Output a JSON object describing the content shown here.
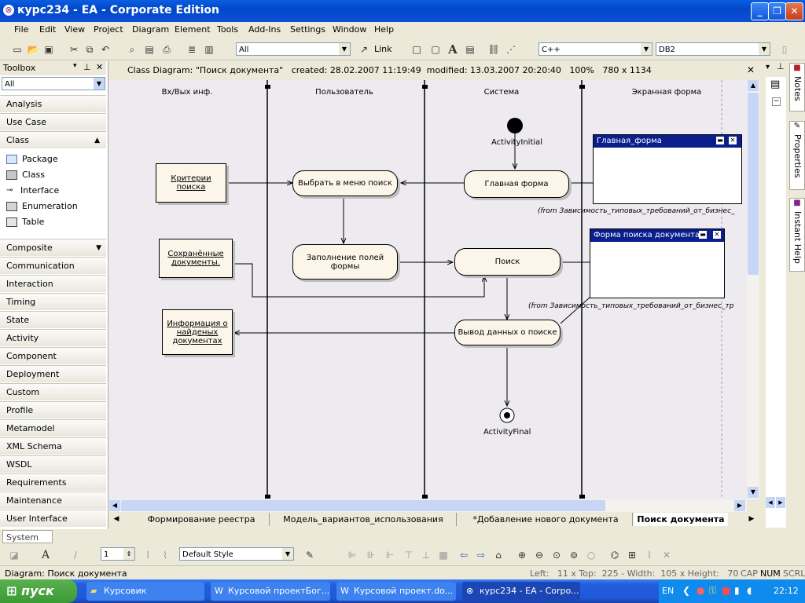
{
  "window": {
    "title": "курс234 - EA - Corporate Edition",
    "minimize": "_",
    "restore": "❐",
    "close": "✕"
  },
  "menu": [
    "File",
    "Edit",
    "View",
    "Project",
    "Diagram",
    "Element",
    "Tools",
    "Add-Ins",
    "Settings",
    "Window",
    "Help"
  ],
  "toolbar": {
    "filter_value": "All",
    "link_label": "Link",
    "language_value": "C++",
    "db_value": "DB2"
  },
  "toolbox": {
    "title": "Toolbox",
    "filter_value": "All",
    "groups_top": [
      "Analysis",
      "Use Case",
      "Class"
    ],
    "class_items": [
      "Package",
      "Class",
      "Interface",
      "Enumeration",
      "Table"
    ],
    "groups_bottom": [
      "Composite",
      "Communication",
      "Interaction",
      "Timing",
      "State",
      "Activity",
      "Component",
      "Deployment",
      "Custom",
      "Profile",
      "Metamodel",
      "XML Schema",
      "WSDL",
      "Requirements",
      "Maintenance",
      "User Interface"
    ],
    "system_label": "System"
  },
  "diagram": {
    "header": "Class Diagram: \"Поиск документа\"   created: 28.02.2007 11:19:49  modified: 13.03.2007 20:20:40   100%   780 x 1134",
    "lanes": [
      "Вх/Вых инф.",
      "Пользователь",
      "Система",
      "Экранная форма"
    ],
    "initial_label": "ActivityInitial",
    "final_label": "ActivityFinal",
    "actions": {
      "choose_search": "Выбрать в меню поиск",
      "main_form": "Главная форма",
      "fill_fields_1": "Заполнение полей",
      "fill_fields_2": "формы",
      "search": "Поиск",
      "output": "Вывод данных о поиске"
    },
    "objects": {
      "criteria_1": "Критерии",
      "criteria_2": "поиска",
      "saved_1": "Сохранённые",
      "saved_2": "документы.",
      "info_1": "Информация о",
      "info_2": "найденых",
      "info_3": "документах"
    },
    "forms": {
      "main_form_title": "Главная_форма",
      "search_form_title": "Форма поиска документа",
      "from_note_1": "(from Зависимость_типовых_требований_от_бизнес_",
      "from_note_2": "(from Зависимость_типовых_требований_от_бизнес_тр"
    }
  },
  "tabs": [
    "Формирование реестра",
    "Модель_вариантов_использования",
    "*Добавление нового документа",
    "Поиск документа"
  ],
  "right_panel": [
    "Notes",
    "Properties",
    "Instant Help"
  ],
  "bottom_toolbar": {
    "line_width": "1",
    "style": "Default Style"
  },
  "status": {
    "left": "Diagram: Поиск документа",
    "coords": "Left:   11 x Top:  225 - Width:  105 x Height:   70",
    "caps": "CAP",
    "num": "NUM",
    "scrl": "SCRL"
  },
  "taskbar": {
    "start": "пуск",
    "buttons": [
      "Курсовик",
      "Курсовой проектБог...",
      "Курсовой проект.do...",
      "курс234 - EA - Corpo..."
    ],
    "lang": "EN",
    "time": "22:12"
  }
}
